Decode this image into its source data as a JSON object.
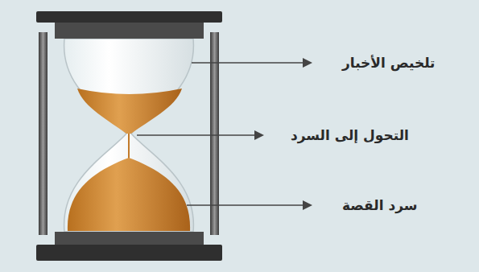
{
  "diagram": {
    "labels": [
      "تلخيص الأخبار",
      "التحول إلى السرد",
      "سرد القصة"
    ]
  }
}
